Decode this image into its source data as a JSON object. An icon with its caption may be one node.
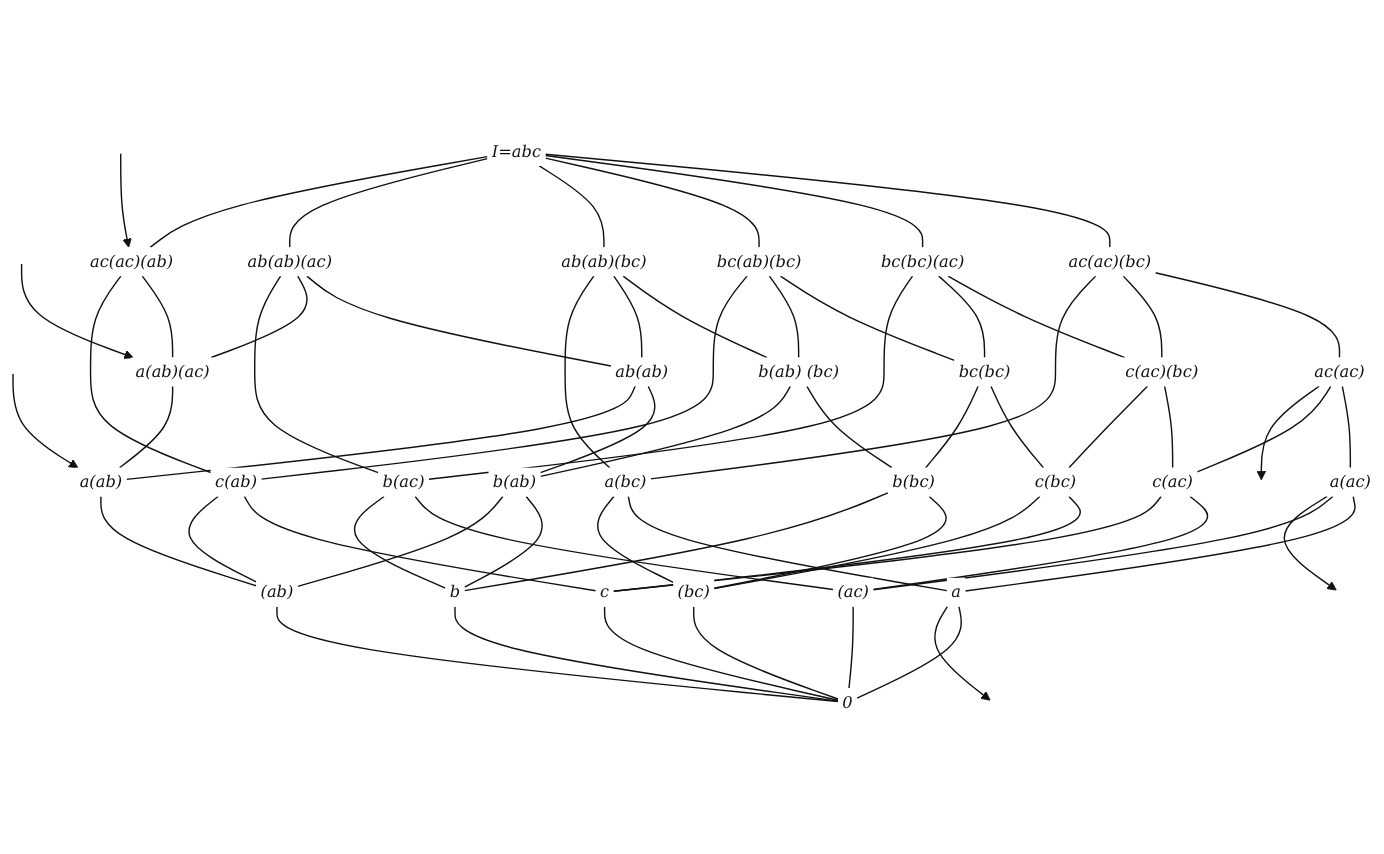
{
  "diagram": {
    "nodes": [
      {
        "text": [
          "I=abc"
        ]
      },
      {
        "text": [
          "ac(ac)(bc)"
        ]
      },
      {
        "text": [
          "bc(bc)(ac)"
        ]
      },
      {
        "text": [
          "bc(ab)(bc)"
        ]
      },
      {
        "text": [
          "ab(ab)(bc)"
        ]
      },
      {
        "text": [
          "ab(ab)(ac)"
        ]
      },
      {
        "text": [
          "ac(ac)(ab)"
        ]
      },
      {
        "text": [
          "ac(ac)"
        ]
      },
      {
        "text": [
          "c(ac)(bc)"
        ]
      },
      {
        "text": [
          "bc(bc)"
        ]
      },
      {
        "text": [
          "b(ab) (bc)"
        ]
      },
      {
        "text": [
          "ab(ab)"
        ]
      },
      {
        "text": [
          "a(ab)(ac)"
        ]
      },
      {
        "text": [
          "a(bc)"
        ]
      },
      {
        "text": [
          "b(ac)"
        ]
      },
      {
        "text": [
          "c(ab)"
        ]
      },
      {
        "text": [
          "a(ac)"
        ]
      },
      {
        "text": [
          "c(ac)"
        ]
      },
      {
        "text": [
          "c(bc)"
        ]
      },
      {
        "text": [
          "b(bc)"
        ]
      },
      {
        "text": [
          "b(ab)"
        ]
      },
      {
        "text": [
          "a(ab)"
        ]
      },
      {
        "text": [
          "a"
        ]
      },
      {
        "text": [
          "(ac)"
        ]
      },
      {
        "text": [
          "c"
        ]
      },
      {
        "text": [
          "(bc)"
        ]
      },
      {
        "text": [
          "b"
        ]
      },
      {
        "text": [
          "(ab)"
        ]
      },
      {
        "text": [
          "0"
        ]
      }
    ],
    "edges": [
      {
        "from": 0,
        "to": 1,
        "arrow": "none"
      },
      {
        "from": 0,
        "to": 2,
        "arrow": "none"
      },
      {
        "from": 0,
        "to": 3,
        "arrow": "none"
      },
      {
        "from": 0,
        "to": 4,
        "arrow": "none"
      },
      {
        "from": 0,
        "to": 5,
        "arrow": "none"
      },
      {
        "from": 0,
        "to": 6,
        "arrow": "none"
      },
      {
        "from": 1,
        "to": 7,
        "arrow": "none"
      },
      {
        "from": 1,
        "to": 8,
        "arrow": "none"
      },
      {
        "from": 1,
        "to": 13,
        "arrow": "none"
      },
      {
        "from": 2,
        "to": 8,
        "arrow": "none"
      },
      {
        "from": 2,
        "to": 9,
        "arrow": "none"
      },
      {
        "from": 2,
        "to": 14,
        "arrow": "none"
      },
      {
        "from": 3,
        "to": 9,
        "arrow": "none"
      },
      {
        "from": 3,
        "to": 10,
        "arrow": "none"
      },
      {
        "from": 3,
        "to": 15,
        "arrow": "none"
      },
      {
        "from": 4,
        "to": 10,
        "arrow": "none"
      },
      {
        "from": 4,
        "to": 11,
        "arrow": "none"
      },
      {
        "from": 4,
        "to": 13,
        "arrow": "none"
      },
      {
        "from": 5,
        "to": 11,
        "arrow": "none"
      },
      {
        "from": 5,
        "to": 12,
        "arrow": "none"
      },
      {
        "from": 5,
        "to": 14,
        "arrow": "none"
      },
      {
        "from": 6,
        "to": 12,
        "arrow": "none"
      },
      {
        "from": 6,
        "to": 15,
        "arrow": "none"
      },
      {
        "from": 7,
        "to": 16,
        "arrow": "none"
      },
      {
        "from": 7,
        "to": 17,
        "arrow": "none"
      },
      {
        "from": 8,
        "to": 17,
        "arrow": "none"
      },
      {
        "from": 8,
        "to": 18,
        "arrow": "none"
      },
      {
        "from": 9,
        "to": 18,
        "arrow": "none"
      },
      {
        "from": 9,
        "to": 19,
        "arrow": "none"
      },
      {
        "from": 10,
        "to": 19,
        "arrow": "none"
      },
      {
        "from": 10,
        "to": 20,
        "arrow": "none"
      },
      {
        "from": 11,
        "to": 20,
        "arrow": "none"
      },
      {
        "from": 11,
        "to": 21,
        "arrow": "none"
      },
      {
        "from": 12,
        "to": 21,
        "arrow": "none"
      },
      {
        "from": 13,
        "to": 22,
        "arrow": "none"
      },
      {
        "from": 13,
        "to": 25,
        "arrow": "none"
      },
      {
        "from": 14,
        "to": 23,
        "arrow": "none"
      },
      {
        "from": 14,
        "to": 26,
        "arrow": "none"
      },
      {
        "from": 15,
        "to": 24,
        "arrow": "none"
      },
      {
        "from": 15,
        "to": 27,
        "arrow": "none"
      },
      {
        "from": 16,
        "to": 22,
        "arrow": "none"
      },
      {
        "from": 16,
        "to": 23,
        "arrow": "none"
      },
      {
        "from": 17,
        "to": 23,
        "arrow": "none"
      },
      {
        "from": 17,
        "to": 24,
        "arrow": "none"
      },
      {
        "from": 18,
        "to": 24,
        "arrow": "none"
      },
      {
        "from": 18,
        "to": 25,
        "arrow": "none"
      },
      {
        "from": 19,
        "to": 25,
        "arrow": "none"
      },
      {
        "from": 19,
        "to": 26,
        "arrow": "none"
      },
      {
        "from": 20,
        "to": 26,
        "arrow": "none"
      },
      {
        "from": 20,
        "to": 27,
        "arrow": "none"
      },
      {
        "from": 21,
        "to": 27,
        "arrow": "none"
      },
      {
        "from": 22,
        "to": 28,
        "arrow": "none"
      },
      {
        "from": 23,
        "to": 28,
        "arrow": "none"
      },
      {
        "from": 24,
        "to": 28,
        "arrow": "none"
      },
      {
        "from": 25,
        "to": 28,
        "arrow": "none"
      },
      {
        "from": 26,
        "to": 28,
        "arrow": "none"
      },
      {
        "from": 27,
        "to": 28,
        "arrow": "none"
      },
      {
        "from": 7,
        "to": null,
        "arrow": "to"
      },
      {
        "from": 16,
        "to": null,
        "arrow": "to"
      },
      {
        "from": 22,
        "to": null,
        "arrow": "to"
      },
      {
        "from": null,
        "to": 6,
        "arrow": "to"
      },
      {
        "from": null,
        "to": 12,
        "arrow": "to"
      },
      {
        "from": null,
        "to": 21,
        "arrow": "to"
      }
    ]
  }
}
